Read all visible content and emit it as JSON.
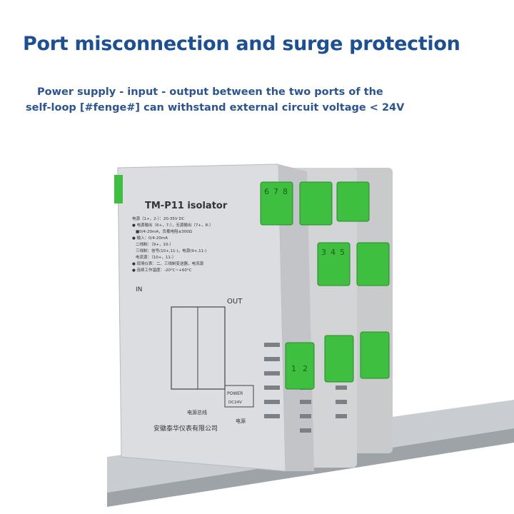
{
  "heading": "Port misconnection and surge protection",
  "description": {
    "line1": "Power supply - input - output between the two ports of the",
    "line2": "self-loop [#fenge#] can withstand external circuit voltage < 24V"
  },
  "product": {
    "model_label": "TM-P11 isolator",
    "specs": [
      "电源（1+，2-）：20-35V DC",
      "● 电源输出（6+，7-），无源输出（7+，8-）",
      "■0/4-20mA，负载电阻≤300Ω",
      "● 输入：0/4-20mA",
      "二线制：（9+，10-）",
      "三线制：信号(10+,11-)，电源(9+,11-)",
      "电流源：（10+，11-）",
      "● 现场仪表：二、三线制变送器，电流源",
      "● 连续工作温度：-20°C~+60°C"
    ],
    "in_label": "IN",
    "out_label": "OUT",
    "power_label": "POWER",
    "power_voltage": "DC24V",
    "bus_label": "电源总线",
    "power_cn": "电源",
    "manufacturer": "安徽泰华仪表有限公司",
    "terminal_top": [
      "6",
      "7",
      "8"
    ],
    "terminal_mid": [
      "3",
      "4",
      "5"
    ],
    "terminal_bottom": [
      "1",
      "2"
    ],
    "colors": {
      "heading": "#1d4f95",
      "terminal": "#3fbf3f",
      "housing": "#d6d6d8"
    }
  }
}
